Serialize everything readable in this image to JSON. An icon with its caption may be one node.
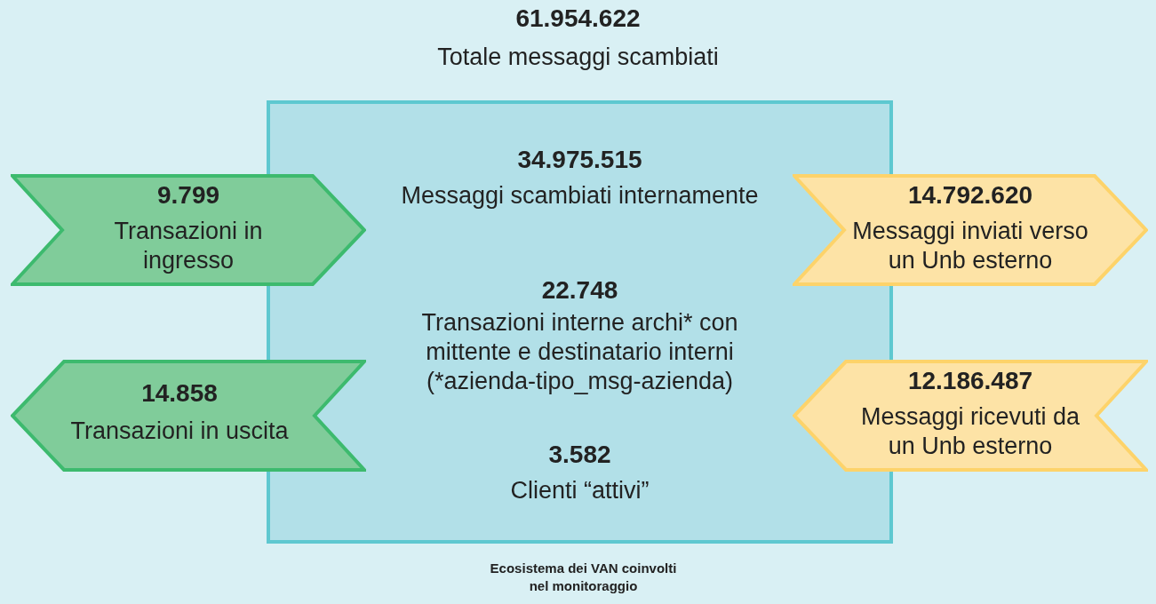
{
  "diagram": {
    "nodes": [
      {
        "text": [
          "34.975.515",
          "Messaggi scambiati internamente",
          "22.748",
          "Transazioni interne archi* con mittente e destinatario interni (*azienda-tipo_msg-azienda)",
          "3.582",
          "Clienti “attivi”"
        ],
        "beside": [
          "Ecosistema dei VAN coinvolti nel monitoraggio"
        ]
      },
      {
        "text": [
          "9.799",
          "Transazioni in ingresso"
        ]
      },
      {
        "text": [
          "14.792.620",
          "Messaggi inviati verso un Unb esterno"
        ]
      },
      {
        "text": [
          "14.858",
          "Transazioni in uscita"
        ]
      },
      {
        "text": [
          "12.186.487",
          "Messaggi ricevuti da un Unb esterno"
        ]
      }
    ],
    "labels": [
      "61.954.622",
      "Totale messaggi scambiati"
    ]
  }
}
